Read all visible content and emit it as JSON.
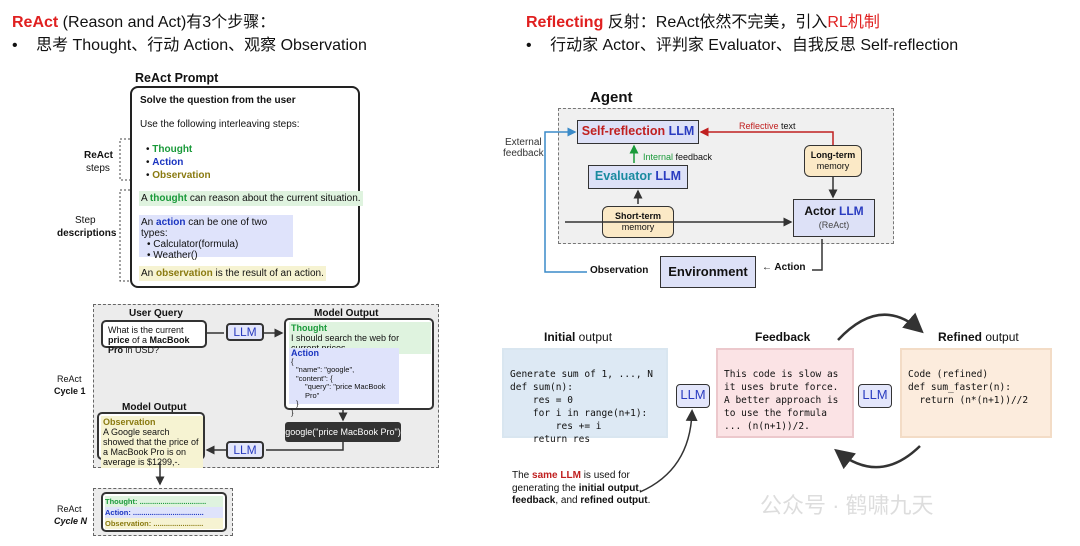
{
  "left_header": {
    "title_bold": "ReAct",
    "title_rest": " (Reason and Act)有3个步骤：",
    "bullet": "•",
    "bullet_text": "思考 Thought、行动 Action、观察 Observation"
  },
  "right_header": {
    "title_bold": "Reflecting",
    "title_mid": " 反射：ReAct依然不完美，引入",
    "title_red": "RL机制",
    "bullet": "•",
    "bullet_text": "行动家 Actor、评判家 Evaluator、自我反思 Self-reflection"
  },
  "react_prompt": {
    "title": "ReAct Prompt",
    "line1": "Solve the question from the user",
    "line2": "Use the following interleaving steps:",
    "steps": [
      "Thought",
      "Action",
      "Observation"
    ],
    "thought_pre": "A ",
    "thought_word": "thought",
    "thought_post": " can reason about the current situation.",
    "action_pre": "An ",
    "action_word": "action",
    "action_post": " can be one of two types:",
    "action_items": [
      "Calculator(formula)",
      "Weather()"
    ],
    "obs_pre": "An ",
    "obs_word": "observation",
    "obs_post": " is the result of an action.",
    "side_steps_1": "ReAct",
    "side_steps_2": "steps",
    "side_desc_1": "Step",
    "side_desc_2": "descriptions"
  },
  "react_cycle": {
    "user_query_label": "User Query",
    "query_pre": "What is the current ",
    "query_bold1": "price",
    "query_mid": " of a ",
    "query_bold2": "MacBook Pro",
    "query_post": " in USD?",
    "llm": "LLM",
    "model_output_label": "Model Output",
    "thought_label": "Thought",
    "thought_text": "I should search the web for current prices.",
    "action_label": "Action",
    "action_code": [
      "{",
      "  \"name\": \"google\",",
      "  \"content\": {",
      "     \"query\": \"price MacBook Pro\"",
      "  }",
      "}"
    ],
    "google_call": "google(\"price MacBook Pro\")",
    "model_output_label2": "Model Output",
    "obs_label": "Observation",
    "obs_text": "A Google search showed that the price of a MacBook Pro is on average is $1299,-.",
    "cycle1_a": "ReAct",
    "cycle1_b": "Cycle 1",
    "cycleN_a": "ReAct",
    "cycleN_b": "Cycle N",
    "cycleN_lines": [
      "Thought: ................................",
      "Action: ..................................",
      "Observation: ........................"
    ]
  },
  "agent": {
    "title": "Agent",
    "self_reflection": "Self-reflection",
    "evaluator": "Evaluator",
    "llm": "LLM",
    "reflective": "Reflective",
    "reflective_rest": " text",
    "internal": "Internal",
    "internal_rest": " feedback",
    "long_term_1": "Long-term",
    "long_term_2": "memory",
    "short_term_1": "Short-term",
    "short_term_2": "memory",
    "actor": "Actor",
    "actor_sub": "(ReAct)",
    "external_1": "External",
    "external_2": "feedback",
    "environment": "Environment",
    "observation": "Observation",
    "action": "Action",
    "action_arrow": "←"
  },
  "refine": {
    "initial_bold": "Initial",
    "initial_rest": " output",
    "feedback": "Feedback",
    "refined_bold": "Refined",
    "refined_rest": " output",
    "code_lines": [
      "Generate sum of 1, ..., N",
      "def sum(n):",
      "    res = 0",
      "    for i in range(n+1):",
      "        res += i",
      "    return res"
    ],
    "feedback_lines": [
      "This code is slow as",
      "it uses brute force.",
      "A better approach is",
      "to use the formula",
      "... (n(n+1))/2."
    ],
    "refined_lines": [
      "Code (refined)",
      "",
      "def sum_faster(n):",
      "  return (n*(n+1))//2"
    ],
    "llm": "LLM",
    "note_pre": "The ",
    "note_red": "same LLM",
    "note_mid": " is used for generating the ",
    "note_b1": "initial output",
    "note_sep": ", ",
    "note_b2": "feedback",
    "note_and": ", and ",
    "note_b3": "refined output",
    "note_end": "."
  },
  "watermark": "公众号 · 鹤啸九天",
  "colors": {
    "red": "#e02020",
    "green": "#1a9a3a",
    "blue": "#1a34c0",
    "olive": "#8a7a10"
  }
}
